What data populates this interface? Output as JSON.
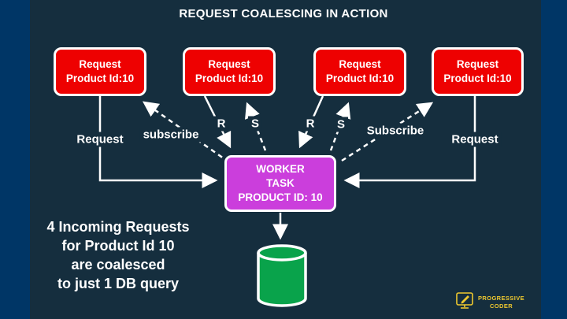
{
  "title": "REQUEST COALESCING IN ACTION",
  "colors": {
    "background": "#152e3e",
    "side_bars": "#003666",
    "request_box": "#ee0101",
    "worker_box": "#cb3edc",
    "database": "#09a34b",
    "logo_gold": "#eec82f",
    "text": "#ffffff"
  },
  "request_boxes": [
    {
      "line1": "Request",
      "line2": "Product Id:10"
    },
    {
      "line1": "Request",
      "line2": "Product Id:10"
    },
    {
      "line1": "Request",
      "line2": "Product Id:10"
    },
    {
      "line1": "Request",
      "line2": "Product Id:10"
    }
  ],
  "worker_box": {
    "line1": "WORKER",
    "line2": "TASK",
    "line3": "PRODUCT ID: 10"
  },
  "arrow_labels": {
    "request_left": "Request",
    "subscribe_left": "subscribe",
    "r_box2": "R",
    "s_box2": "S",
    "r_box3": "R",
    "s_box3": "S",
    "subscribe_right": "Subscribe",
    "request_right": "Request"
  },
  "caption": {
    "line1": "4 Incoming Requests",
    "line2": "for Product Id 10",
    "line3": "are coalesced",
    "line4": "to just 1 DB query"
  },
  "logo": {
    "line1": "PROGRESSIVE",
    "line2": "CODER"
  }
}
